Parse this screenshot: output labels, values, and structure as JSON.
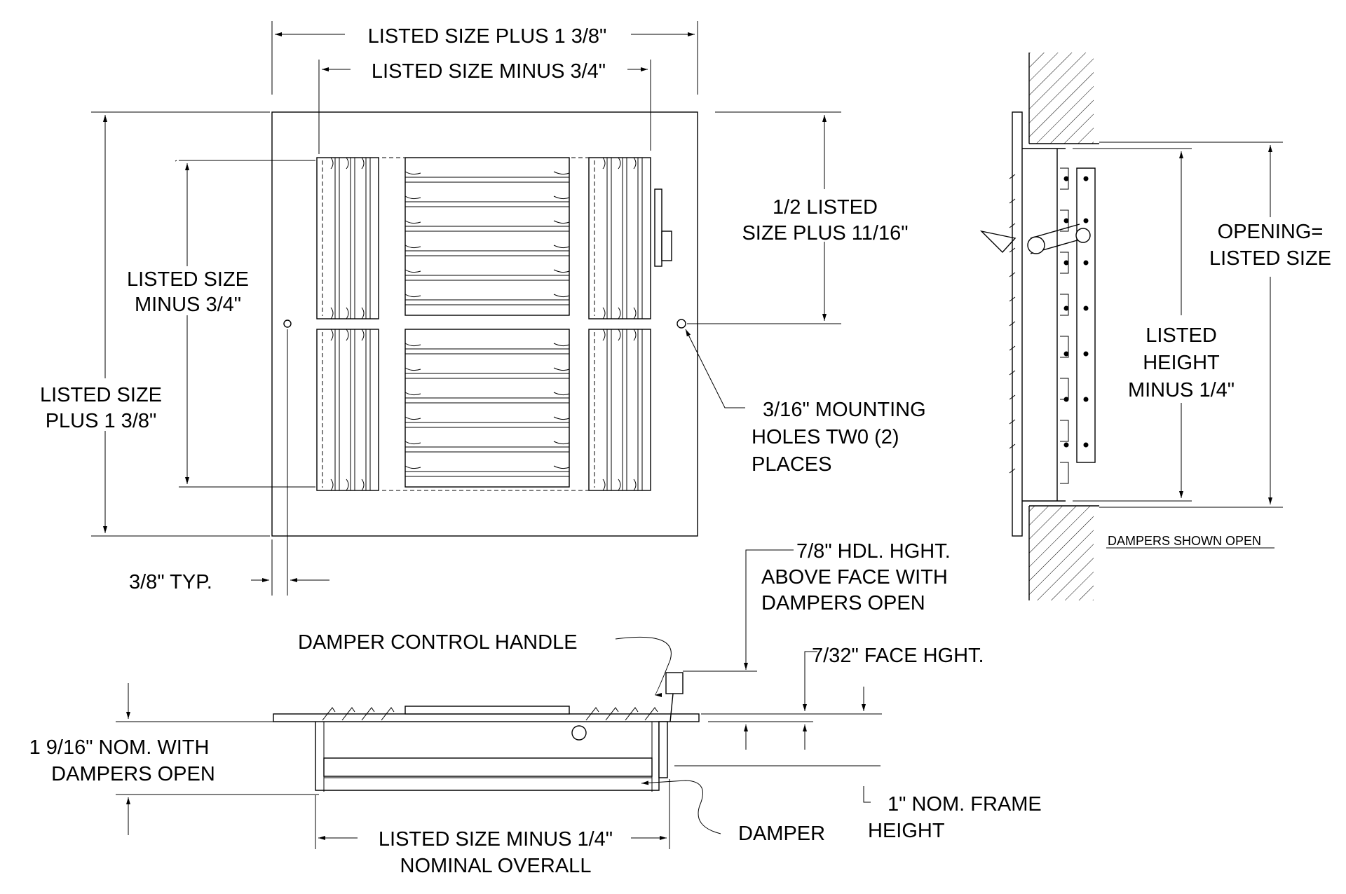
{
  "labels": {
    "top_overall_width": "LISTED SIZE PLUS 1 3/8\"",
    "top_inner_width": "LISTED SIZE MINUS 3/4\"",
    "half_line1": "1/2 LISTED",
    "half_line2": "SIZE PLUS 11/16\"",
    "inner_height_line1": "LISTED SIZE",
    "inner_height_line2": "MINUS 3/4\"",
    "overall_height_line1": "LISTED SIZE",
    "overall_height_line2": "PLUS 1 3/8\"",
    "mounting_line1": "3/16\" MOUNTING",
    "mounting_line2": "HOLES TW0 (2)",
    "mounting_line3": "PLACES",
    "typ": "3/8\" TYP.",
    "opening_line1": "OPENING=",
    "opening_line2": "LISTED SIZE",
    "listed_height_line1": "LISTED",
    "listed_height_line2": "HEIGHT",
    "listed_height_line3": "MINUS 1/4\"",
    "dampers_shown_open": "DAMPERS SHOWN OPEN",
    "hdl_line1": "7/8\" HDL. HGHT.",
    "hdl_line2": "ABOVE FACE WITH",
    "hdl_line3": "DAMPERS OPEN",
    "damper_control_handle": "DAMPER CONTROL HANDLE",
    "face_height": "7/32\" FACE HGHT.",
    "nom_line1": "1 9/16\" NOM. WITH",
    "nom_line2": "DAMPERS OPEN",
    "bottom_width_line1": "LISTED SIZE MINUS 1/4\"",
    "bottom_width_line2": "NOMINAL OVERALL",
    "damper": "DAMPER",
    "frame_line1": "1\" NOM. FRAME",
    "frame_line2": "HEIGHT"
  }
}
